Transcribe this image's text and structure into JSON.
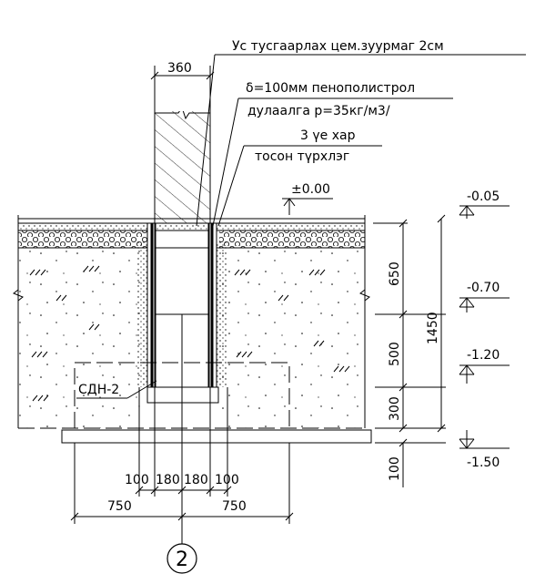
{
  "annotations": {
    "waterproofing": "Ус тусгаарлах цем.зуурмаг 2см",
    "insulation_line1": "δ=100мм пенополистрол",
    "insulation_line2": "дулаалга р=35кг/м3/",
    "backfill_line1": "3 үе хар",
    "backfill_line2": "тосон түрхлэг",
    "beam_mark": "СДН-2",
    "axis_marker": "2"
  },
  "levels": {
    "ground_zero": "±0.00",
    "l1": "-0.05",
    "l2": "-0.70",
    "l3": "-1.20",
    "l4": "-1.50"
  },
  "dimensions": {
    "wall_width": "360",
    "h_upper": "650",
    "h_middle": "500",
    "h_lower": "300",
    "h_total": "1450",
    "h_base": "100",
    "d_left_100": "100",
    "d_left_180": "180",
    "d_right_180": "180",
    "d_right_100": "100",
    "d_left_750": "750",
    "d_right_750": "750"
  }
}
